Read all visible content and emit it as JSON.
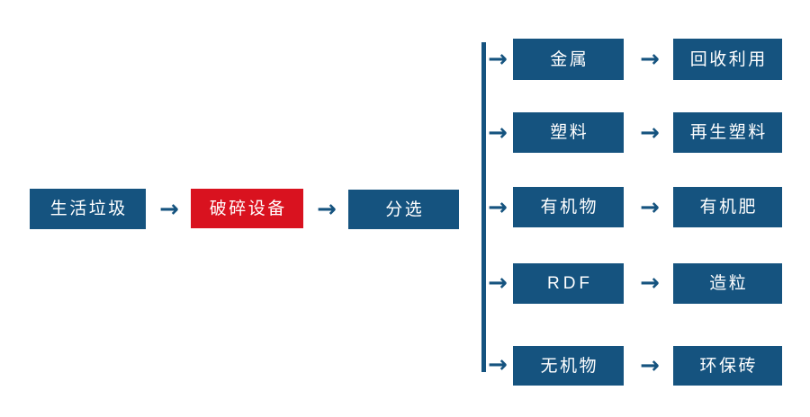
{
  "diagram": {
    "type": "process-flow",
    "colors": {
      "primary_blue": "#15537f",
      "highlight_red": "#d9121f",
      "arrow": "#15537f",
      "text": "#ffffff",
      "background": "#ffffff"
    },
    "main_flow": {
      "nodes": [
        {
          "id": "waste",
          "label": "生活垃圾",
          "color": "#15537f"
        },
        {
          "id": "crusher",
          "label": "破碎设备",
          "color": "#d9121f"
        },
        {
          "id": "sorting",
          "label": "分选",
          "color": "#15537f"
        }
      ],
      "arrows": [
        {
          "id": "main-arrow-1",
          "glyph": "→"
        },
        {
          "id": "main-arrow-2",
          "glyph": "→"
        }
      ]
    },
    "branches": [
      {
        "id": "metal",
        "branch_arrow": "→",
        "fraction": "金属",
        "link_arrow": "→",
        "product": "回收利用"
      },
      {
        "id": "plastic",
        "branch_arrow": "→",
        "fraction": "塑料",
        "link_arrow": "→",
        "product": "再生塑料"
      },
      {
        "id": "organic",
        "branch_arrow": "→",
        "fraction": "有机物",
        "link_arrow": "→",
        "product": "有机肥"
      },
      {
        "id": "rdf",
        "branch_arrow": "→",
        "fraction": "RDF",
        "link_arrow": "→",
        "product": "造粒"
      },
      {
        "id": "inorganic",
        "branch_arrow": "→",
        "fraction": "无机物",
        "link_arrow": "→",
        "product": "环保砖"
      }
    ]
  }
}
